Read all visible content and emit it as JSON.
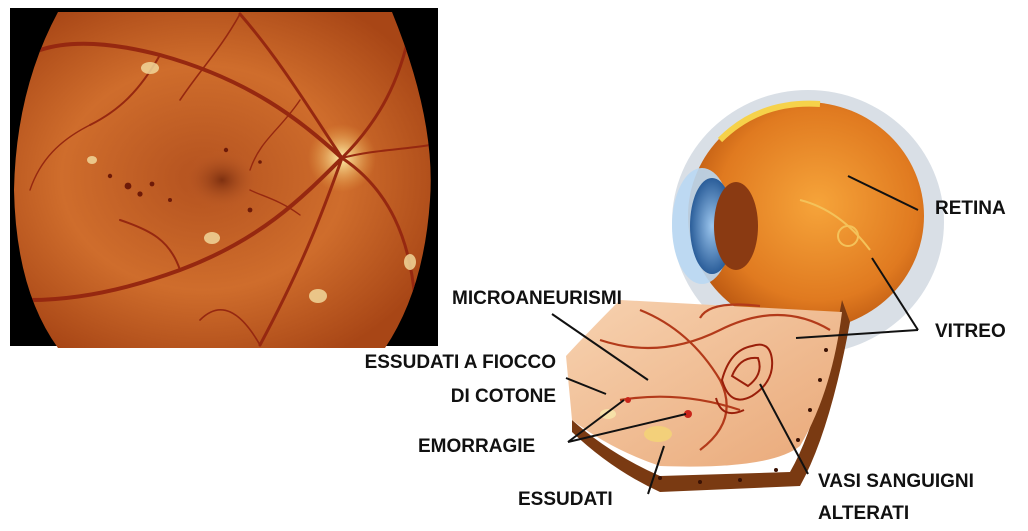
{
  "labels": {
    "retina": "RETINA",
    "vitreo": "VITREO",
    "microaneurismi": "MICROANEURISMI",
    "essudati_fiocco_line1": "ESSUDATI A FIOCCO",
    "essudati_fiocco_line2": "DI COTONE",
    "emorragie": "EMORRAGIE",
    "essudati": "ESSUDATI",
    "vasi_line1": "VASI SANGUIGNI",
    "vasi_line2": "ALTERATI"
  },
  "colors": {
    "background": "#ffffff",
    "fundus_frame": "#000000",
    "fundus_base": "#c8632a",
    "vessel": "#9a2a12",
    "optic_disc": "#f2d27a",
    "iris": "#3a78b8",
    "eyeball": "#e07a20",
    "sclera": "#d9dfe6",
    "label_text": "#111111",
    "leader_line": "#111111"
  }
}
